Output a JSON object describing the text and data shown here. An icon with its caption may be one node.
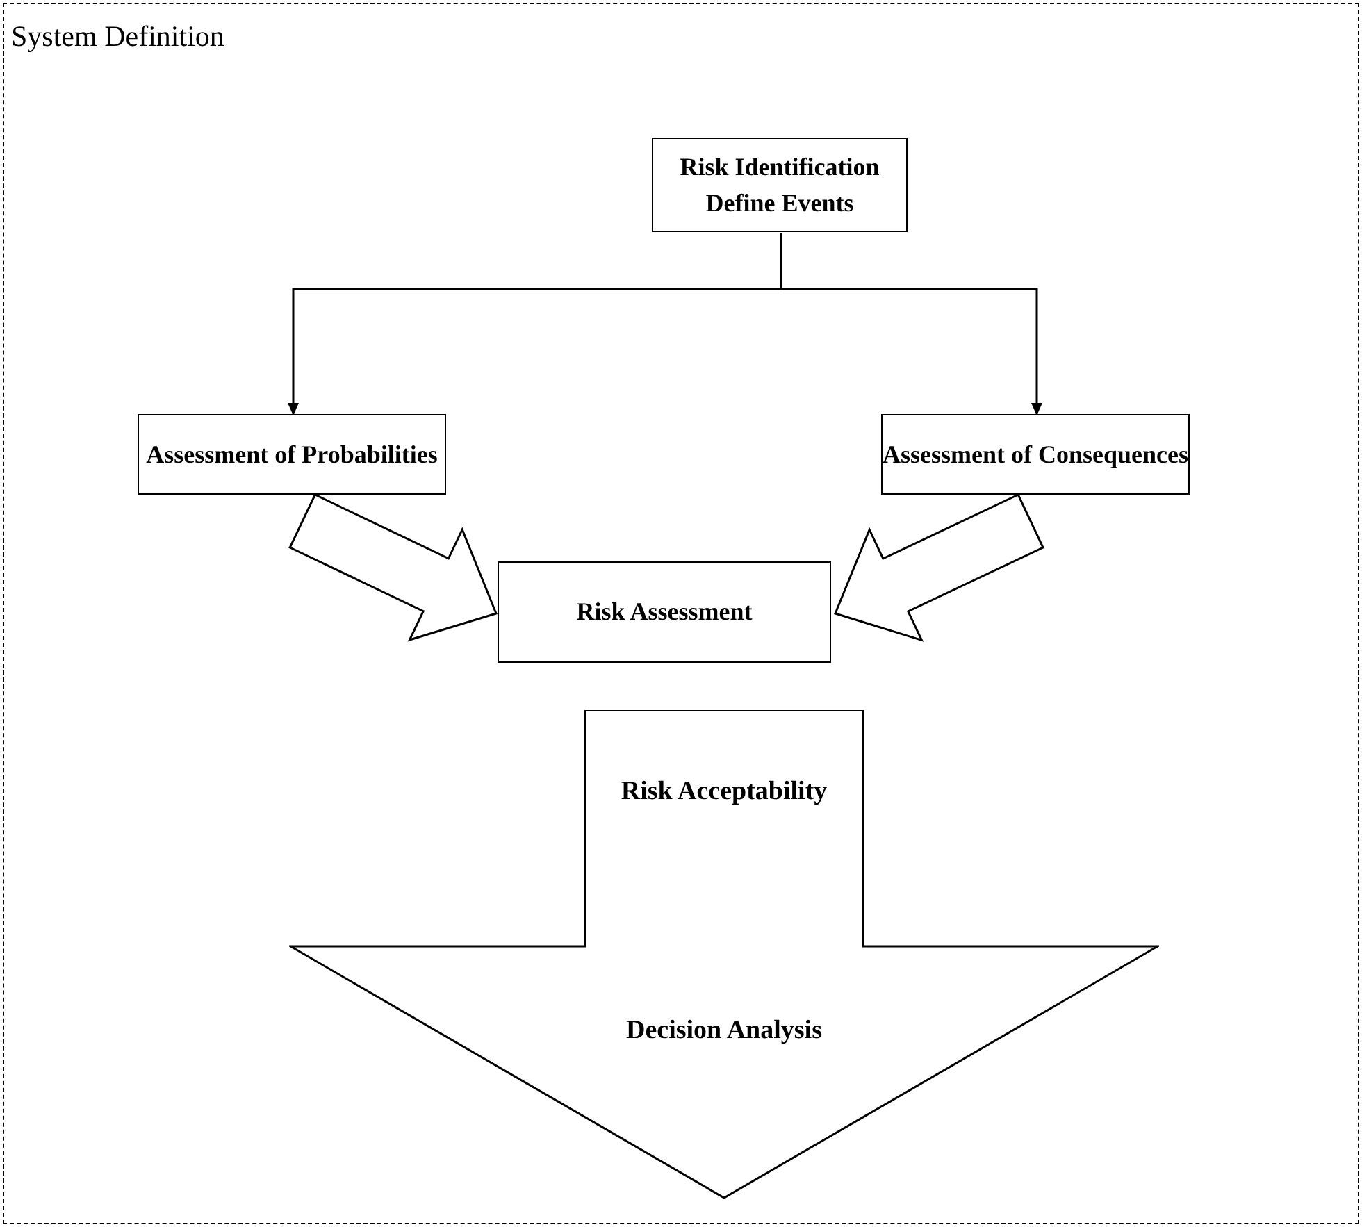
{
  "diagram": {
    "nodes": [
      {
        "text": [
          "System Definition"
        ]
      },
      {
        "text": [
          "Risk Identification",
          "Define Events"
        ],
        "in": 0
      },
      {
        "text": [
          "Assessment of Probabilities"
        ],
        "in": 0
      },
      {
        "text": [
          "Assessment of Consequences"
        ],
        "in": 0
      },
      {
        "text": [
          "Risk Assessment"
        ],
        "in": 0
      },
      {
        "text": [
          "Risk Acceptability",
          "Decision Analysis"
        ],
        "in": 0
      }
    ],
    "edges": [
      {
        "from": 1,
        "to": 2,
        "arrow": "to"
      },
      {
        "from": 1,
        "to": 3,
        "arrow": "to"
      },
      {
        "from": 2,
        "to": 4,
        "arrow": "to",
        "style": "thick"
      },
      {
        "from": 3,
        "to": 4,
        "arrow": "to",
        "style": "thick"
      }
    ]
  }
}
